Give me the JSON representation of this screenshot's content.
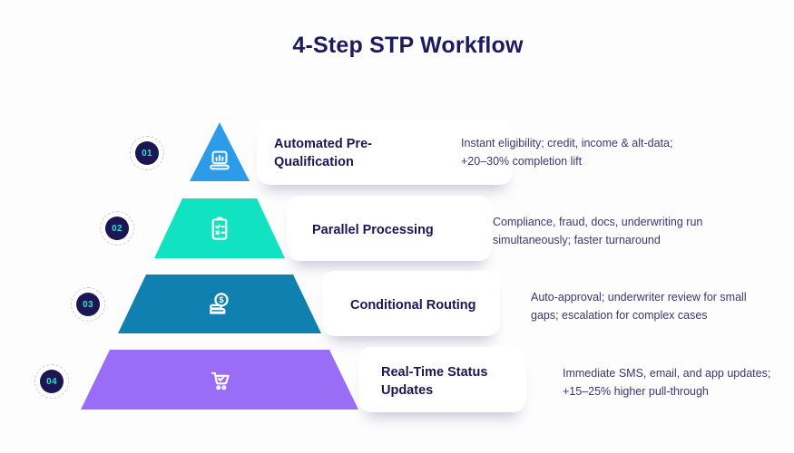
{
  "header": {
    "title": "4-Step STP Workflow"
  },
  "steps": [
    {
      "number": "01",
      "title_line1": "Automated Pre-",
      "title_line2": "Qualification",
      "desc_line1": "Instant eligibility; credit, income & alt-data;",
      "desc_line2": "+20–30% completion lift",
      "color": "#2c9ce9",
      "icon": "laptop-analytics-icon"
    },
    {
      "number": "02",
      "title_line1": "Parallel Processing",
      "title_line2": "",
      "desc_line1": "Compliance, fraud, docs, underwriting run",
      "desc_line2": "simultaneously; faster turnaround",
      "color": "#11e3c2",
      "icon": "checklist-icon"
    },
    {
      "number": "03",
      "title_line1": "Conditional Routing",
      "title_line2": "",
      "desc_line1": "Auto-approval; underwriter review for small",
      "desc_line2": "gaps; escalation for complex cases",
      "color": "#0f80b0",
      "icon": "coins-dollar-icon"
    },
    {
      "number": "04",
      "title_line1": "Real-Time Status",
      "title_line2": "Updates",
      "desc_line1": "Immediate SMS, email, and app updates;",
      "desc_line2": "+15–25% higher pull-through",
      "color": "#9a6df6",
      "icon": "cart-check-icon"
    }
  ],
  "colors": {
    "heading_text": "#1e1a60",
    "step_title_text": "#1b1656",
    "description_text": "#3b3772",
    "badge_fill": "#1c1654",
    "badge_number": "#2de2c6",
    "badge_ring": "#c9c9e2",
    "card_background": "#ffffff",
    "icon_stroke": "#ffffff"
  }
}
